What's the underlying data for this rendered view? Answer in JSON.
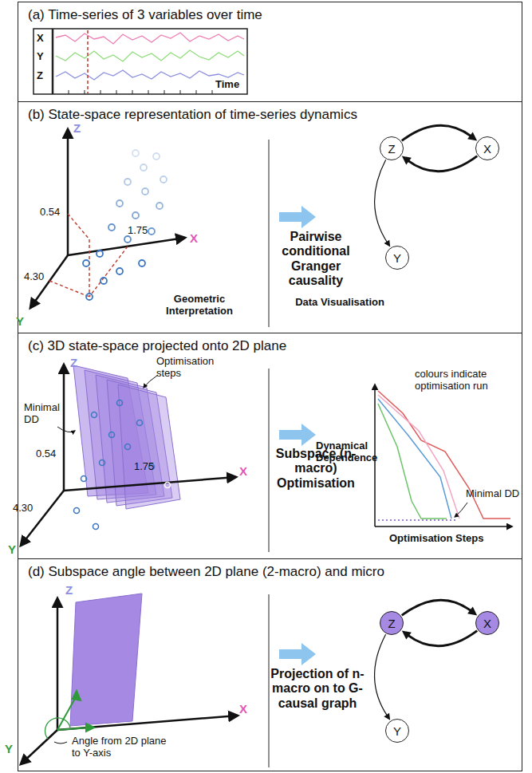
{
  "diagram": {
    "nodes": [
      {
        "text": [
          "(a) Time-series of 3 variables over time"
        ]
      },
      {
        "text": [
          "(b) State-space representation of time-series dynamics"
        ]
      },
      {
        "text": [
          "Z"
        ],
        "in": 1
      },
      {
        "text": [
          "X"
        ],
        "in": 1
      },
      {
        "text": [
          "Y"
        ],
        "in": 1
      },
      {
        "text": [
          "(c) 3D state-space projected onto 2D plane"
        ]
      },
      {
        "text": [
          "(d) Subspace angle between 2D plane (2-macro) and micro"
        ]
      },
      {
        "text": [
          "Z"
        ],
        "in": 6
      },
      {
        "text": [
          "X"
        ],
        "in": 6
      },
      {
        "text": [
          "Y"
        ],
        "in": 6
      }
    ],
    "edges": [
      {
        "from": 2,
        "to": 3,
        "arrow": "to"
      },
      {
        "from": 3,
        "to": 2,
        "arrow": "to"
      },
      {
        "from": 2,
        "to": 4,
        "arrow": "to"
      },
      {
        "from": 7,
        "to": 8,
        "arrow": "to"
      },
      {
        "from": 8,
        "to": 7,
        "arrow": "to"
      },
      {
        "from": 7,
        "to": 9,
        "arrow": "to"
      }
    ],
    "labels": [
      "X",
      "Y",
      "Z",
      "Time",
      "Z",
      "X",
      "Y",
      "0.54",
      "1.75",
      "4.30",
      "Geometric Interpretation",
      "Pairwise conditional Granger causality",
      "Data Visualisation",
      "Z",
      "X",
      "Y",
      "0.54",
      "1.75",
      "4.30",
      "Minimal DD",
      "Optimisation steps",
      "Subspace (n-macro) Optimisation",
      "Dynamical Dependence",
      "colours indicate optimisation run",
      "Minimal DD",
      "Optimisation Steps",
      "Z",
      "X",
      "Y",
      "Angle from 2D plane to Y-axis",
      "Projection of n-macro on to G-causal graph"
    ]
  }
}
